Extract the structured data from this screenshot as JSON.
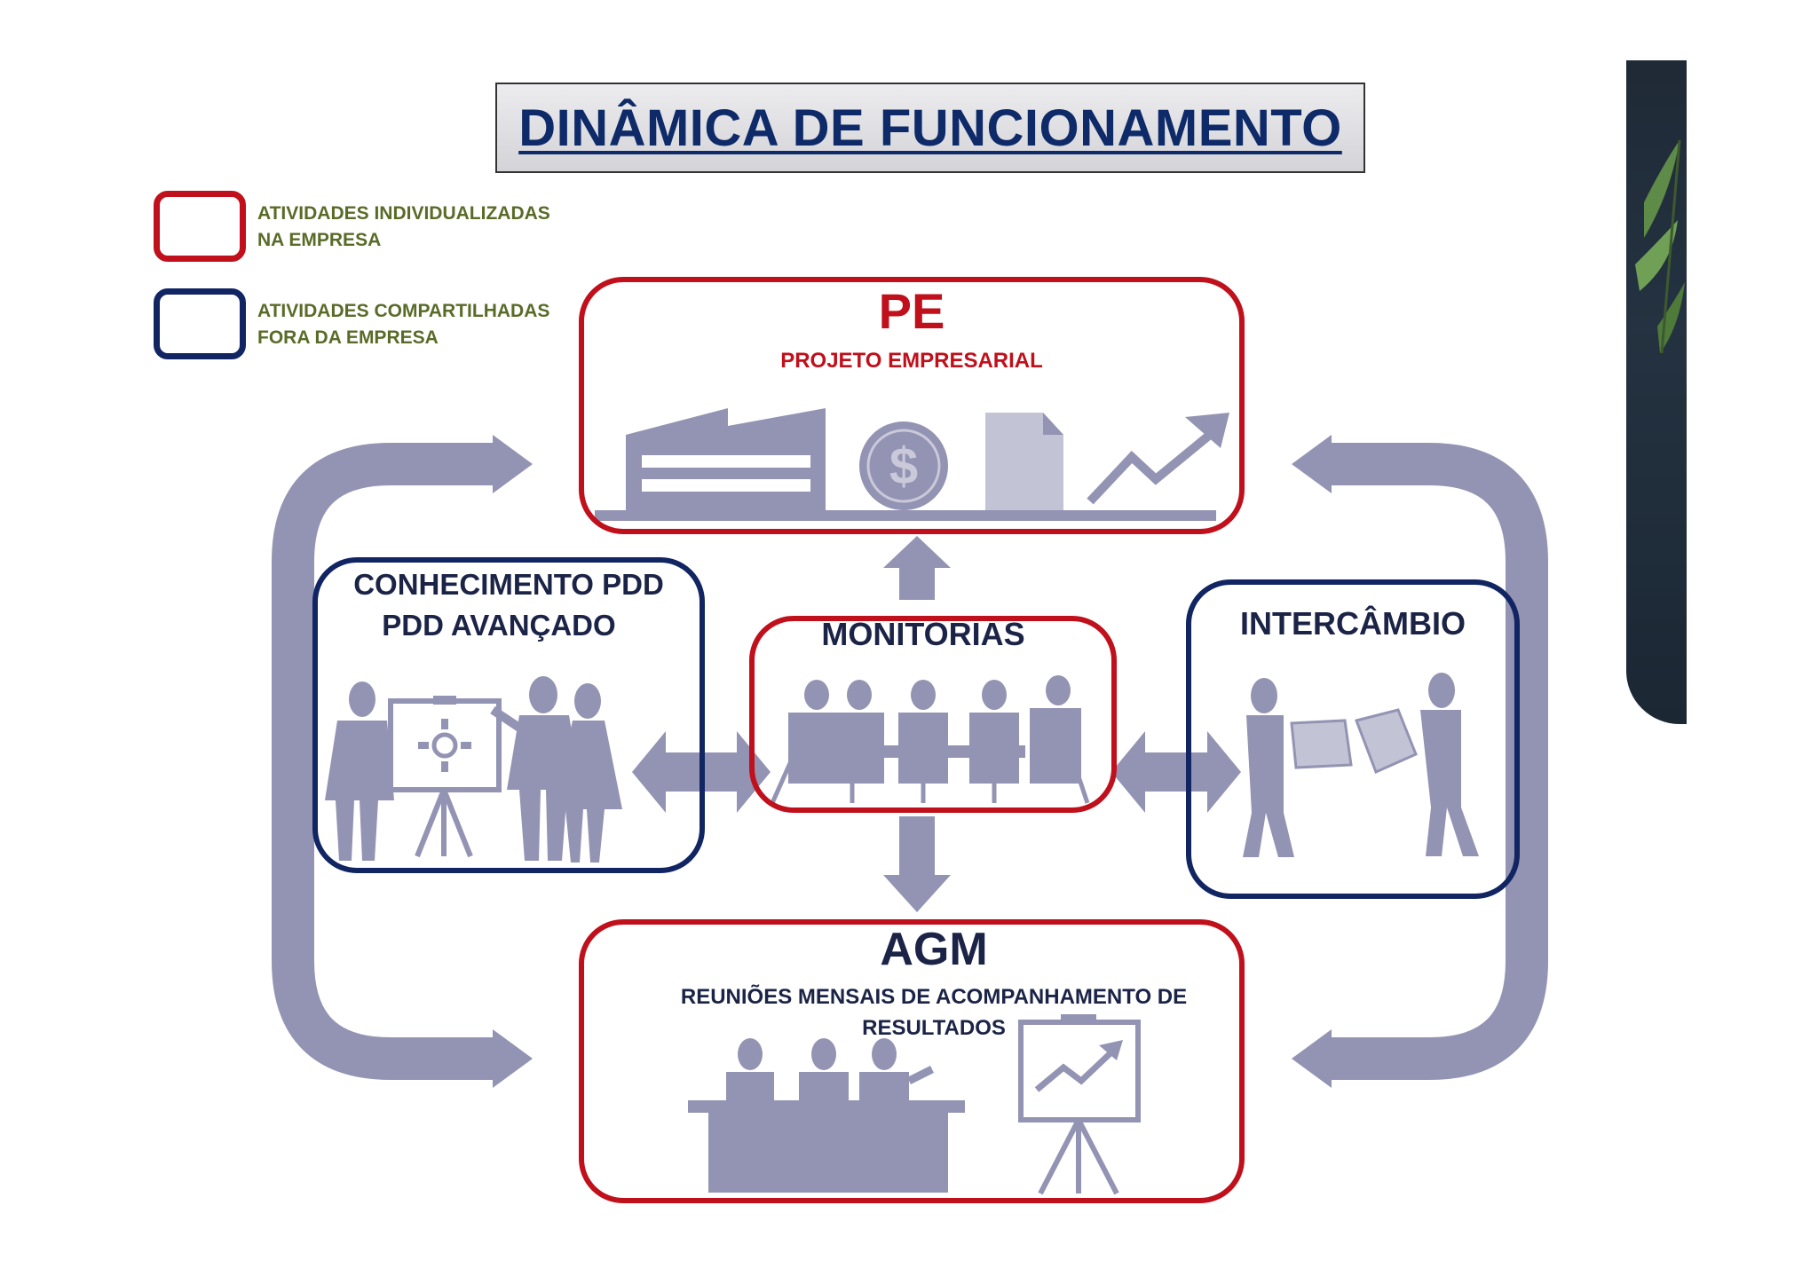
{
  "title": "DINÂMICA DE FUNCIONAMENTO",
  "legend": [
    {
      "label_line1": "ATIVIDADES INDIVIDUALIZADAS",
      "label_line2": "NA EMPRESA",
      "color": "#c0101b"
    },
    {
      "label_line1": "ATIVIDADES COMPARTILHADAS",
      "label_line2": "FORA DA EMPRESA",
      "color": "#112563"
    }
  ],
  "boxes": {
    "pe": {
      "title": "PE",
      "subtitle": "PROJETO EMPRESARIAL"
    },
    "conhecimento": {
      "line1": "CONHECIMENTO PDD",
      "line2": "PDD AVANÇADO"
    },
    "monitorias": {
      "title": "MONITORIAS"
    },
    "intercambio": {
      "title": "INTERCÂMBIO"
    },
    "agm": {
      "title": "AGM",
      "subtitle_line1": "REUNIÕES MENSAIS DE ACOMPANHAMENTO DE",
      "subtitle_line2": "RESULTADOS"
    }
  },
  "colors": {
    "red": "#c0101b",
    "navy": "#112563",
    "icon": "#8f8fae",
    "legend_text": "#5a6b28"
  },
  "icons": [
    "factory-icon",
    "dollar-coin-icon",
    "document-icon",
    "growth-arrow-icon",
    "presentation-people-icon",
    "meeting-table-icon",
    "exchange-documents-icon",
    "board-meeting-icon",
    "chart-easel-icon"
  ]
}
